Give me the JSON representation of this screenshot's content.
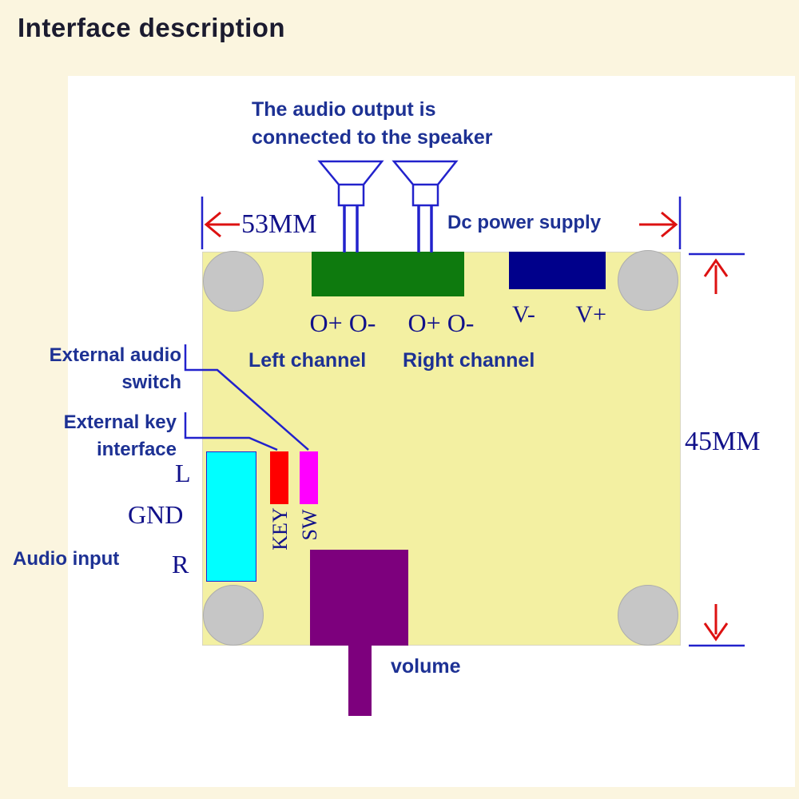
{
  "title": "Interface description",
  "colors": {
    "page_bg": "#FBF5DF",
    "panel_bg": "#FFFFFF",
    "board": "#F3F0A2",
    "pad_gray": "#C6C6C6",
    "speaker_terminal_green": "#0E7A0E",
    "power_terminal_navy": "#00008B",
    "audio_input_cyan": "#00FFFF",
    "key_red": "#FF0000",
    "sw_magenta": "#FF00FF",
    "volume_purple": "#7D007D",
    "line_blue": "#2222CC",
    "arrow_red": "#DD1111",
    "label_blue": "#1D3194",
    "serif_navy": "#11118A",
    "title_color": "#1B1B2F"
  },
  "annotations": {
    "audio_output_line1": "The audio output is",
    "audio_output_line2": "connected to the speaker",
    "dc_power": "Dc power supply",
    "width_dim": "53MM",
    "height_dim": "45MM",
    "left_terminal": "O+ O-",
    "right_terminal": "O+ O-",
    "v_minus": "V-",
    "v_plus": "V+",
    "left_channel": "Left channel",
    "right_channel": "Right channel",
    "ext_audio_line1": "External audio",
    "ext_audio_line2": "switch",
    "ext_key_line1": "External key",
    "ext_key_line2": "interface",
    "audio_input": "Audio input",
    "pin_l": "L",
    "pin_gnd": "GND",
    "pin_r": "R",
    "key": "KEY",
    "sw": "SW",
    "volume": "volume"
  }
}
